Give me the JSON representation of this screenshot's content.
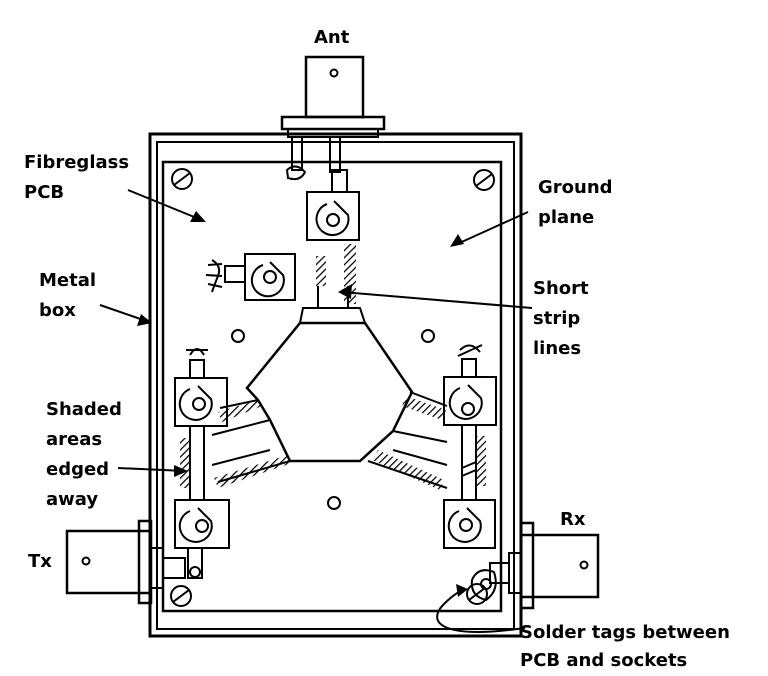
{
  "labels": {
    "ant": "Ant",
    "fibreglass_pcb": [
      "Fibreglass",
      "PCB"
    ],
    "ground_plane": [
      "Ground",
      "plane"
    ],
    "metal_box": [
      "Metal",
      "box"
    ],
    "short_strip_lines": [
      "Short",
      "strip",
      "lines"
    ],
    "shaded_areas": [
      "Shaded",
      "areas",
      "edged",
      "away"
    ],
    "tx": "Tx",
    "rx": "Rx",
    "solder_tags": [
      "Solder tags between",
      "PCB and sockets"
    ]
  },
  "colors": {
    "ink": "#000000",
    "paper": "#ffffff"
  }
}
